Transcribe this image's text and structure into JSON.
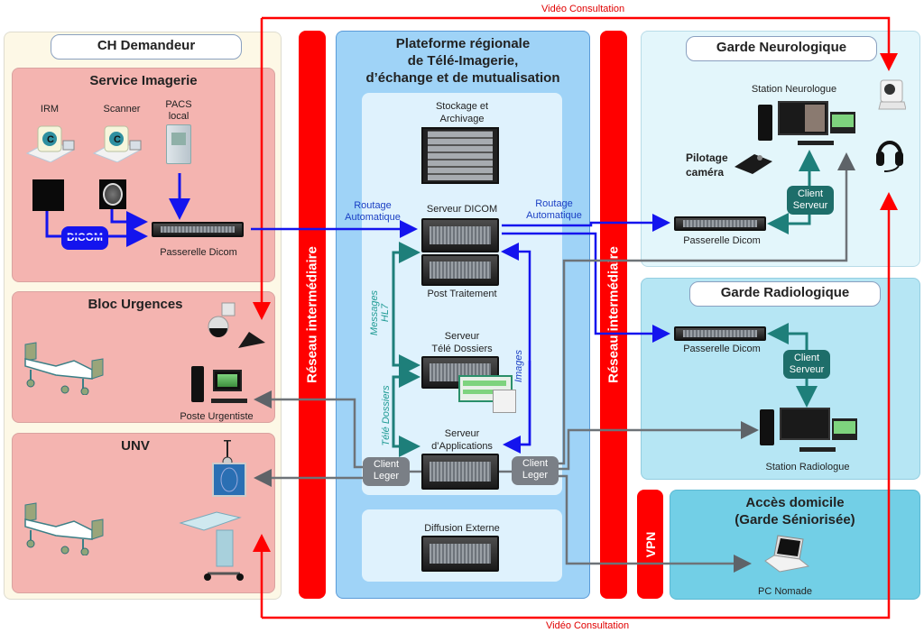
{
  "diagram": {
    "video_consultation_top": "Vidéo Consultation",
    "video_consultation_bottom": "Vidéo Consultation",
    "left": {
      "title": "CH Demandeur",
      "service_imagerie": {
        "title": "Service Imagerie",
        "devices": [
          "IRM",
          "Scanner",
          "PACS local"
        ],
        "dicom_badge": "DICOM",
        "gateway": "Passerelle Dicom"
      },
      "bloc_urgences": {
        "title": "Bloc Urgences",
        "workstation": "Poste Urgentiste"
      },
      "unv": {
        "title": "UNV"
      }
    },
    "network_left": "Réseau intermédiaire",
    "network_right": "Réseau intermédiaire",
    "vpn": "VPN",
    "platform": {
      "title_line1": "Plateforme régionale",
      "title_line2": "de Télé-Imagerie,",
      "title_line3": "d’échange et de mutualisation",
      "storage_line1": "Stockage et",
      "storage_line2": "Archivage",
      "routing_in_line1": "Routage",
      "routing_in_line2": "Automatique",
      "routing_out_line1": "Routage",
      "routing_out_line2": "Automatique",
      "dicom_server": "Serveur DICOM",
      "post_processing": "Post Traitement",
      "hl7_line1": "Messages",
      "hl7_line2": "HL7",
      "images": "Images",
      "tele_files_server_line1": "Serveur",
      "tele_files_server_line2": "Télé Dossiers",
      "tele_files": "Télé Dossiers",
      "app_server_line1": "Serveur",
      "app_server_line2": "d’Applications",
      "thin_client_left_line1": "Client",
      "thin_client_left_line2": "Leger",
      "thin_client_right_line1": "Client",
      "thin_client_right_line2": "Leger",
      "external_diffusion": "Diffusion Externe"
    },
    "neuro": {
      "title": "Garde Neurologique",
      "station": "Station Neurologue",
      "camera_control_line1": "Pilotage",
      "camera_control_line2": "caméra",
      "client_server_line1": "Client",
      "client_server_line2": "Serveur",
      "gateway": "Passerelle Dicom"
    },
    "radio": {
      "title": "Garde Radiologique",
      "gateway": "Passerelle Dicom",
      "client_server_line1": "Client",
      "client_server_line2": "Serveur",
      "station": "Station Radiologue"
    },
    "home": {
      "title_line1": "Accès domicile",
      "title_line2": "(Garde Séniorisée)",
      "laptop": "PC Nomade"
    },
    "colors": {
      "red": "#ff0000",
      "dicom_blue": "#1414ee",
      "teal": "#1e7f7a",
      "grey_link": "#6e7378",
      "left_panel": "#fdf8e6",
      "pink_section": "#f4b4b0",
      "platform_blue": "#9fd3f7",
      "neuro_bg": "#e3f6fb",
      "radio_bg": "#b6e6f4",
      "home_bg": "#72cfe6"
    }
  }
}
